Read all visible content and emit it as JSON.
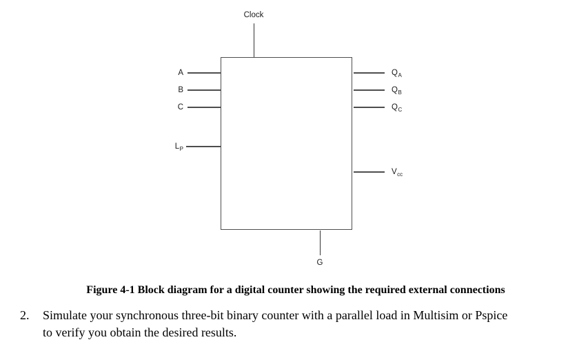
{
  "diagram": {
    "clock": {
      "label": "Clock"
    },
    "left_pins": [
      "A",
      "B",
      "C"
    ],
    "load_pin": {
      "main": "L",
      "sub": "P"
    },
    "right_pins": [
      {
        "main": "Q",
        "sub": "A"
      },
      {
        "main": "Q",
        "sub": "B"
      },
      {
        "main": "Q",
        "sub": "C"
      }
    ],
    "power_pin": {
      "main": "V",
      "sub": "cc"
    },
    "ground": {
      "label": "G"
    }
  },
  "caption": {
    "text": "Figure 4-1 Block diagram for a digital counter showing the required external connections"
  },
  "instruction": {
    "number": "2.",
    "line1": "Simulate your synchronous three-bit binary counter with a parallel load in Multisim or Pspice",
    "line2": "to verify you obtain the desired results."
  },
  "colors": {
    "wire": "#4d4d4d",
    "text": "#000000",
    "background": "#ffffff"
  }
}
